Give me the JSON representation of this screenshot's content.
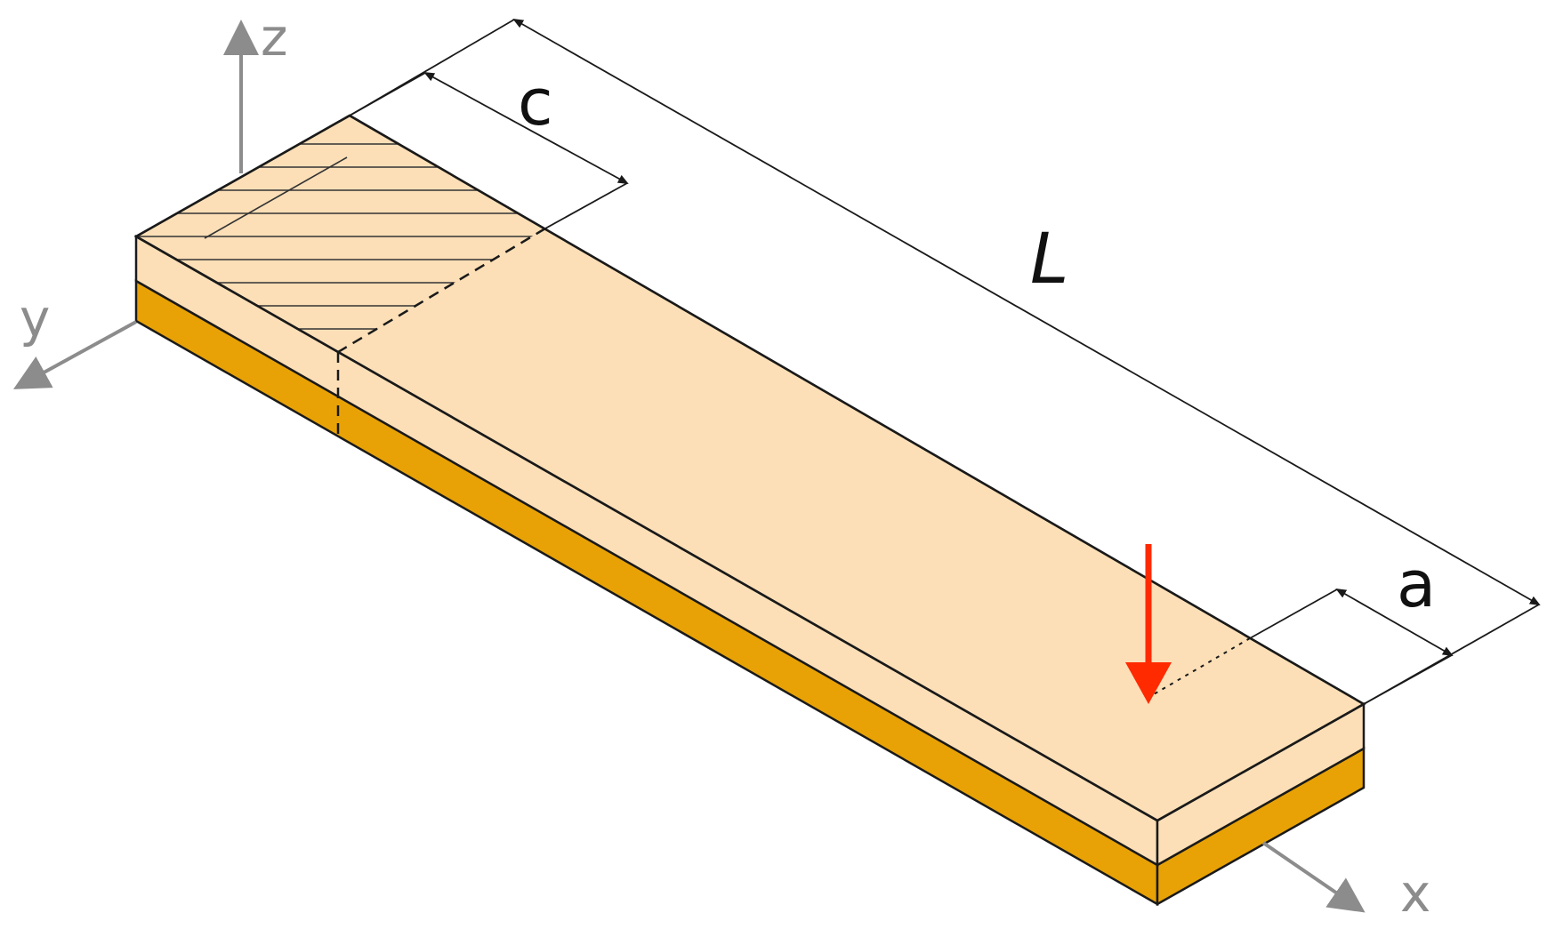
{
  "colors": {
    "beam_top": "#FCDFB7",
    "beam_side_light": "#FCDFB7",
    "beam_bottom_layer": "#E8A206",
    "edge": "#1a1a1a",
    "axis": "#8c8c8c",
    "load_arrow": "#FF2A00",
    "hatch": "#333333",
    "background": "#ffffff"
  },
  "axes": {
    "x_label": "x",
    "y_label": "y",
    "z_label": "z"
  },
  "dimensions": {
    "crack_length_label": "c",
    "span_label": "L",
    "load_offset_label": "a"
  },
  "icons": {
    "load": "down-arrow-icon"
  }
}
